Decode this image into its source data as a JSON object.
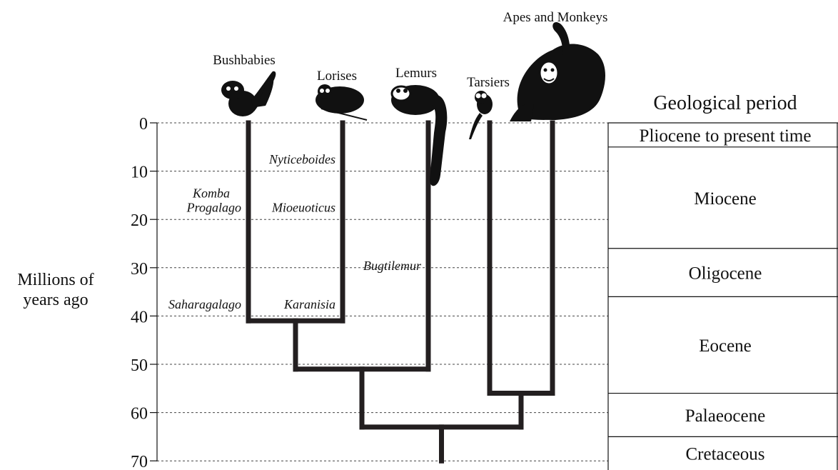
{
  "y_axis": {
    "label_lines": [
      "Millions of",
      "years ago"
    ],
    "ticks": [
      0,
      10,
      20,
      30,
      40,
      50,
      60,
      70
    ]
  },
  "taxa": [
    {
      "name": "Bushbabies",
      "icon": "bushbaby-silhouette"
    },
    {
      "name": "Lorises",
      "icon": "loris-silhouette"
    },
    {
      "name": "Lemurs",
      "icon": "lemur-silhouette"
    },
    {
      "name": "Tarsiers",
      "icon": "tarsier-silhouette"
    },
    {
      "name": "Apes and Monkeys",
      "icon": "ape-silhouette"
    }
  ],
  "branch_points_mya": {
    "bushbabies_lorises": 41,
    "plus_lemurs": 51,
    "tarsiers_apes": 56,
    "all_primates": 63,
    "root_start": 70
  },
  "fossils": [
    {
      "name": "Komba",
      "mya": 15
    },
    {
      "name": "Progalago",
      "mya": 18
    },
    {
      "name": "Saharagalago",
      "mya": 38
    },
    {
      "name": "Nyticeboides",
      "mya": 8
    },
    {
      "name": "Mioeuoticus",
      "mya": 18
    },
    {
      "name": "Karanisia",
      "mya": 38
    },
    {
      "name": "Bugtilemur",
      "mya": 30
    }
  ],
  "geological": {
    "header": "Geological period",
    "periods": [
      {
        "name": "Pliocene to present time",
        "start": 0,
        "end": 5
      },
      {
        "name": "Miocene",
        "start": 5,
        "end": 26
      },
      {
        "name": "Oligocene",
        "start": 26,
        "end": 36
      },
      {
        "name": "Eocene",
        "start": 36,
        "end": 56
      },
      {
        "name": "Palaeocene",
        "start": 56,
        "end": 65
      },
      {
        "name": "Cretaceous",
        "start": 65,
        "end": 72
      }
    ]
  },
  "colors": {
    "tree": "#231f20",
    "gridline": "#444444",
    "text": "#111111"
  }
}
